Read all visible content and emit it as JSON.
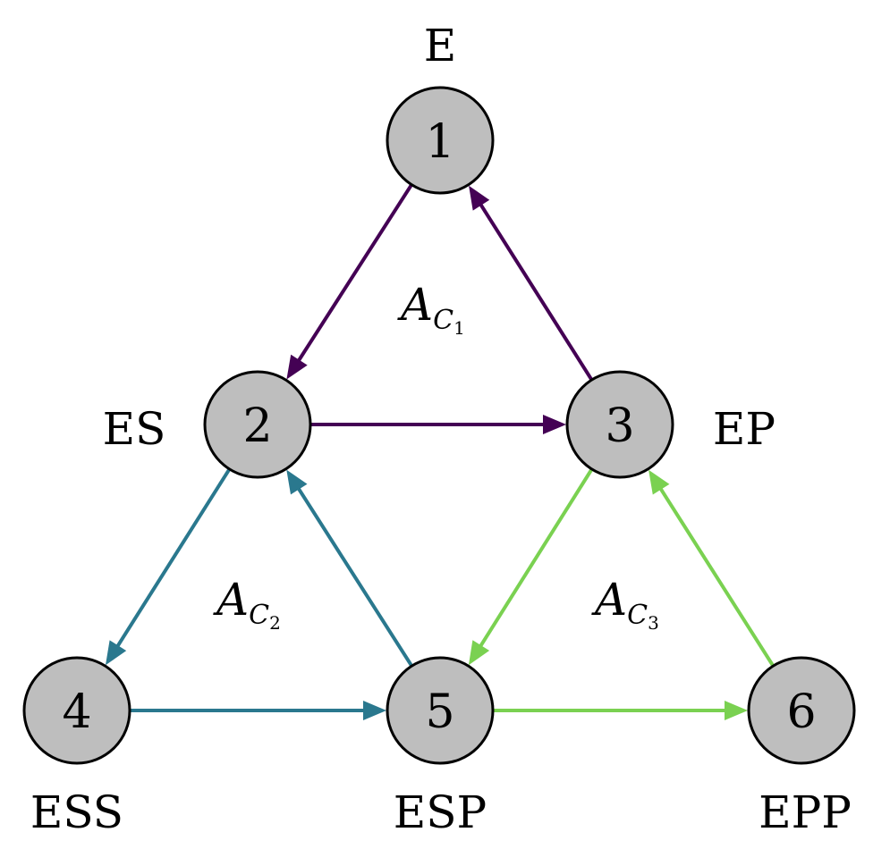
{
  "nodes": [
    {
      "id": "1",
      "number": "1",
      "label": "E"
    },
    {
      "id": "2",
      "number": "2",
      "label": "ES"
    },
    {
      "id": "3",
      "number": "3",
      "label": "EP"
    },
    {
      "id": "4",
      "number": "4",
      "label": "ESS"
    },
    {
      "id": "5",
      "number": "5",
      "label": "ESP"
    },
    {
      "id": "6",
      "number": "6",
      "label": "EPP"
    }
  ],
  "edges": [
    {
      "from": "1",
      "to": "2",
      "color": "#440154"
    },
    {
      "from": "2",
      "to": "3",
      "color": "#440154"
    },
    {
      "from": "3",
      "to": "1",
      "color": "#440154"
    },
    {
      "from": "2",
      "to": "4",
      "color": "#2a788e"
    },
    {
      "from": "4",
      "to": "5",
      "color": "#2a788e"
    },
    {
      "from": "5",
      "to": "2",
      "color": "#2a788e"
    },
    {
      "from": "3",
      "to": "5",
      "color": "#7ad151"
    },
    {
      "from": "5",
      "to": "6",
      "color": "#7ad151"
    },
    {
      "from": "6",
      "to": "3",
      "color": "#7ad151"
    }
  ],
  "cycles": [
    {
      "main": "A",
      "sub": "C",
      "index": "1"
    },
    {
      "main": "A",
      "sub": "C",
      "index": "2"
    },
    {
      "main": "A",
      "sub": "C",
      "index": "3"
    }
  ],
  "colors": {
    "cycle_1": "#440154",
    "cycle_2": "#2a788e",
    "cycle_3": "#7ad151",
    "node_fill": "#bebebe",
    "node_stroke": "#000000"
  }
}
